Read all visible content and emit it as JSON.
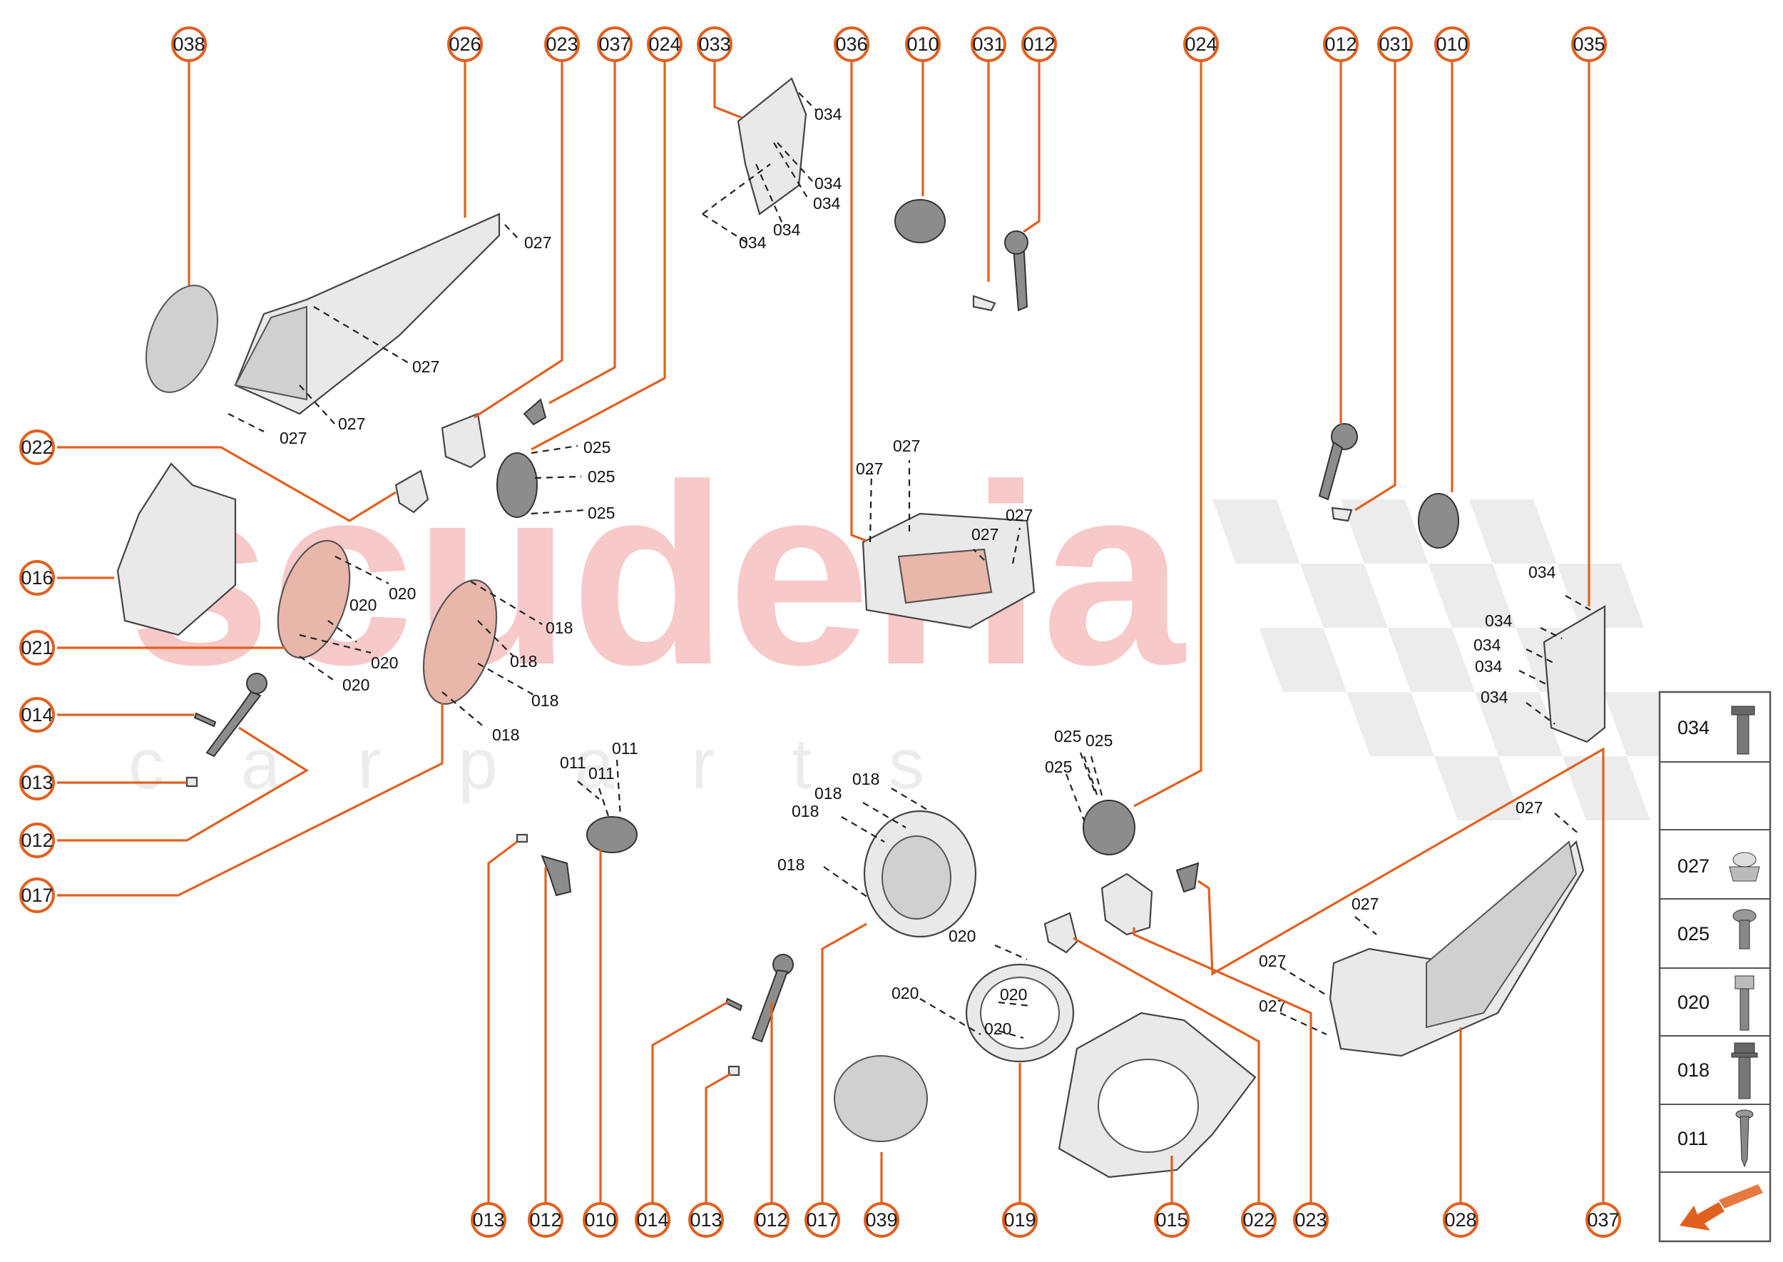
{
  "watermark": {
    "main": "scuderia",
    "sub": "c a r p a r t s"
  },
  "top_callouts": [
    "038",
    "026",
    "023",
    "037",
    "024",
    "033",
    "036",
    "010",
    "031",
    "012",
    "024",
    "012",
    "031",
    "010",
    "035"
  ],
  "left_callouts": [
    "022",
    "016",
    "021",
    "014",
    "013",
    "012",
    "017"
  ],
  "bottom_callouts": [
    "013",
    "012",
    "010",
    "014",
    "013",
    "012",
    "017",
    "039",
    "019",
    "015",
    "022",
    "023",
    "028",
    "037"
  ],
  "sub_labels": {
    "l027": "027",
    "l034": "034",
    "l025": "025",
    "l020": "020",
    "l018": "018",
    "l011": "011"
  },
  "legend": {
    "rows": [
      {
        "code": "034",
        "icon": "flange-bolt-icon"
      },
      {
        "code": "",
        "icon": ""
      },
      {
        "code": "027",
        "icon": "flange-nut-icon"
      },
      {
        "code": "025",
        "icon": "pan-screw-icon"
      },
      {
        "code": "020",
        "icon": "hex-bolt-icon"
      },
      {
        "code": "018",
        "icon": "long-flange-bolt-icon"
      },
      {
        "code": "011",
        "icon": "tapping-screw-icon"
      }
    ],
    "nav_icon": "next-page-arrow-icon"
  },
  "colors": {
    "accent": "#e2601f",
    "watermark": "#f7c9c9"
  }
}
